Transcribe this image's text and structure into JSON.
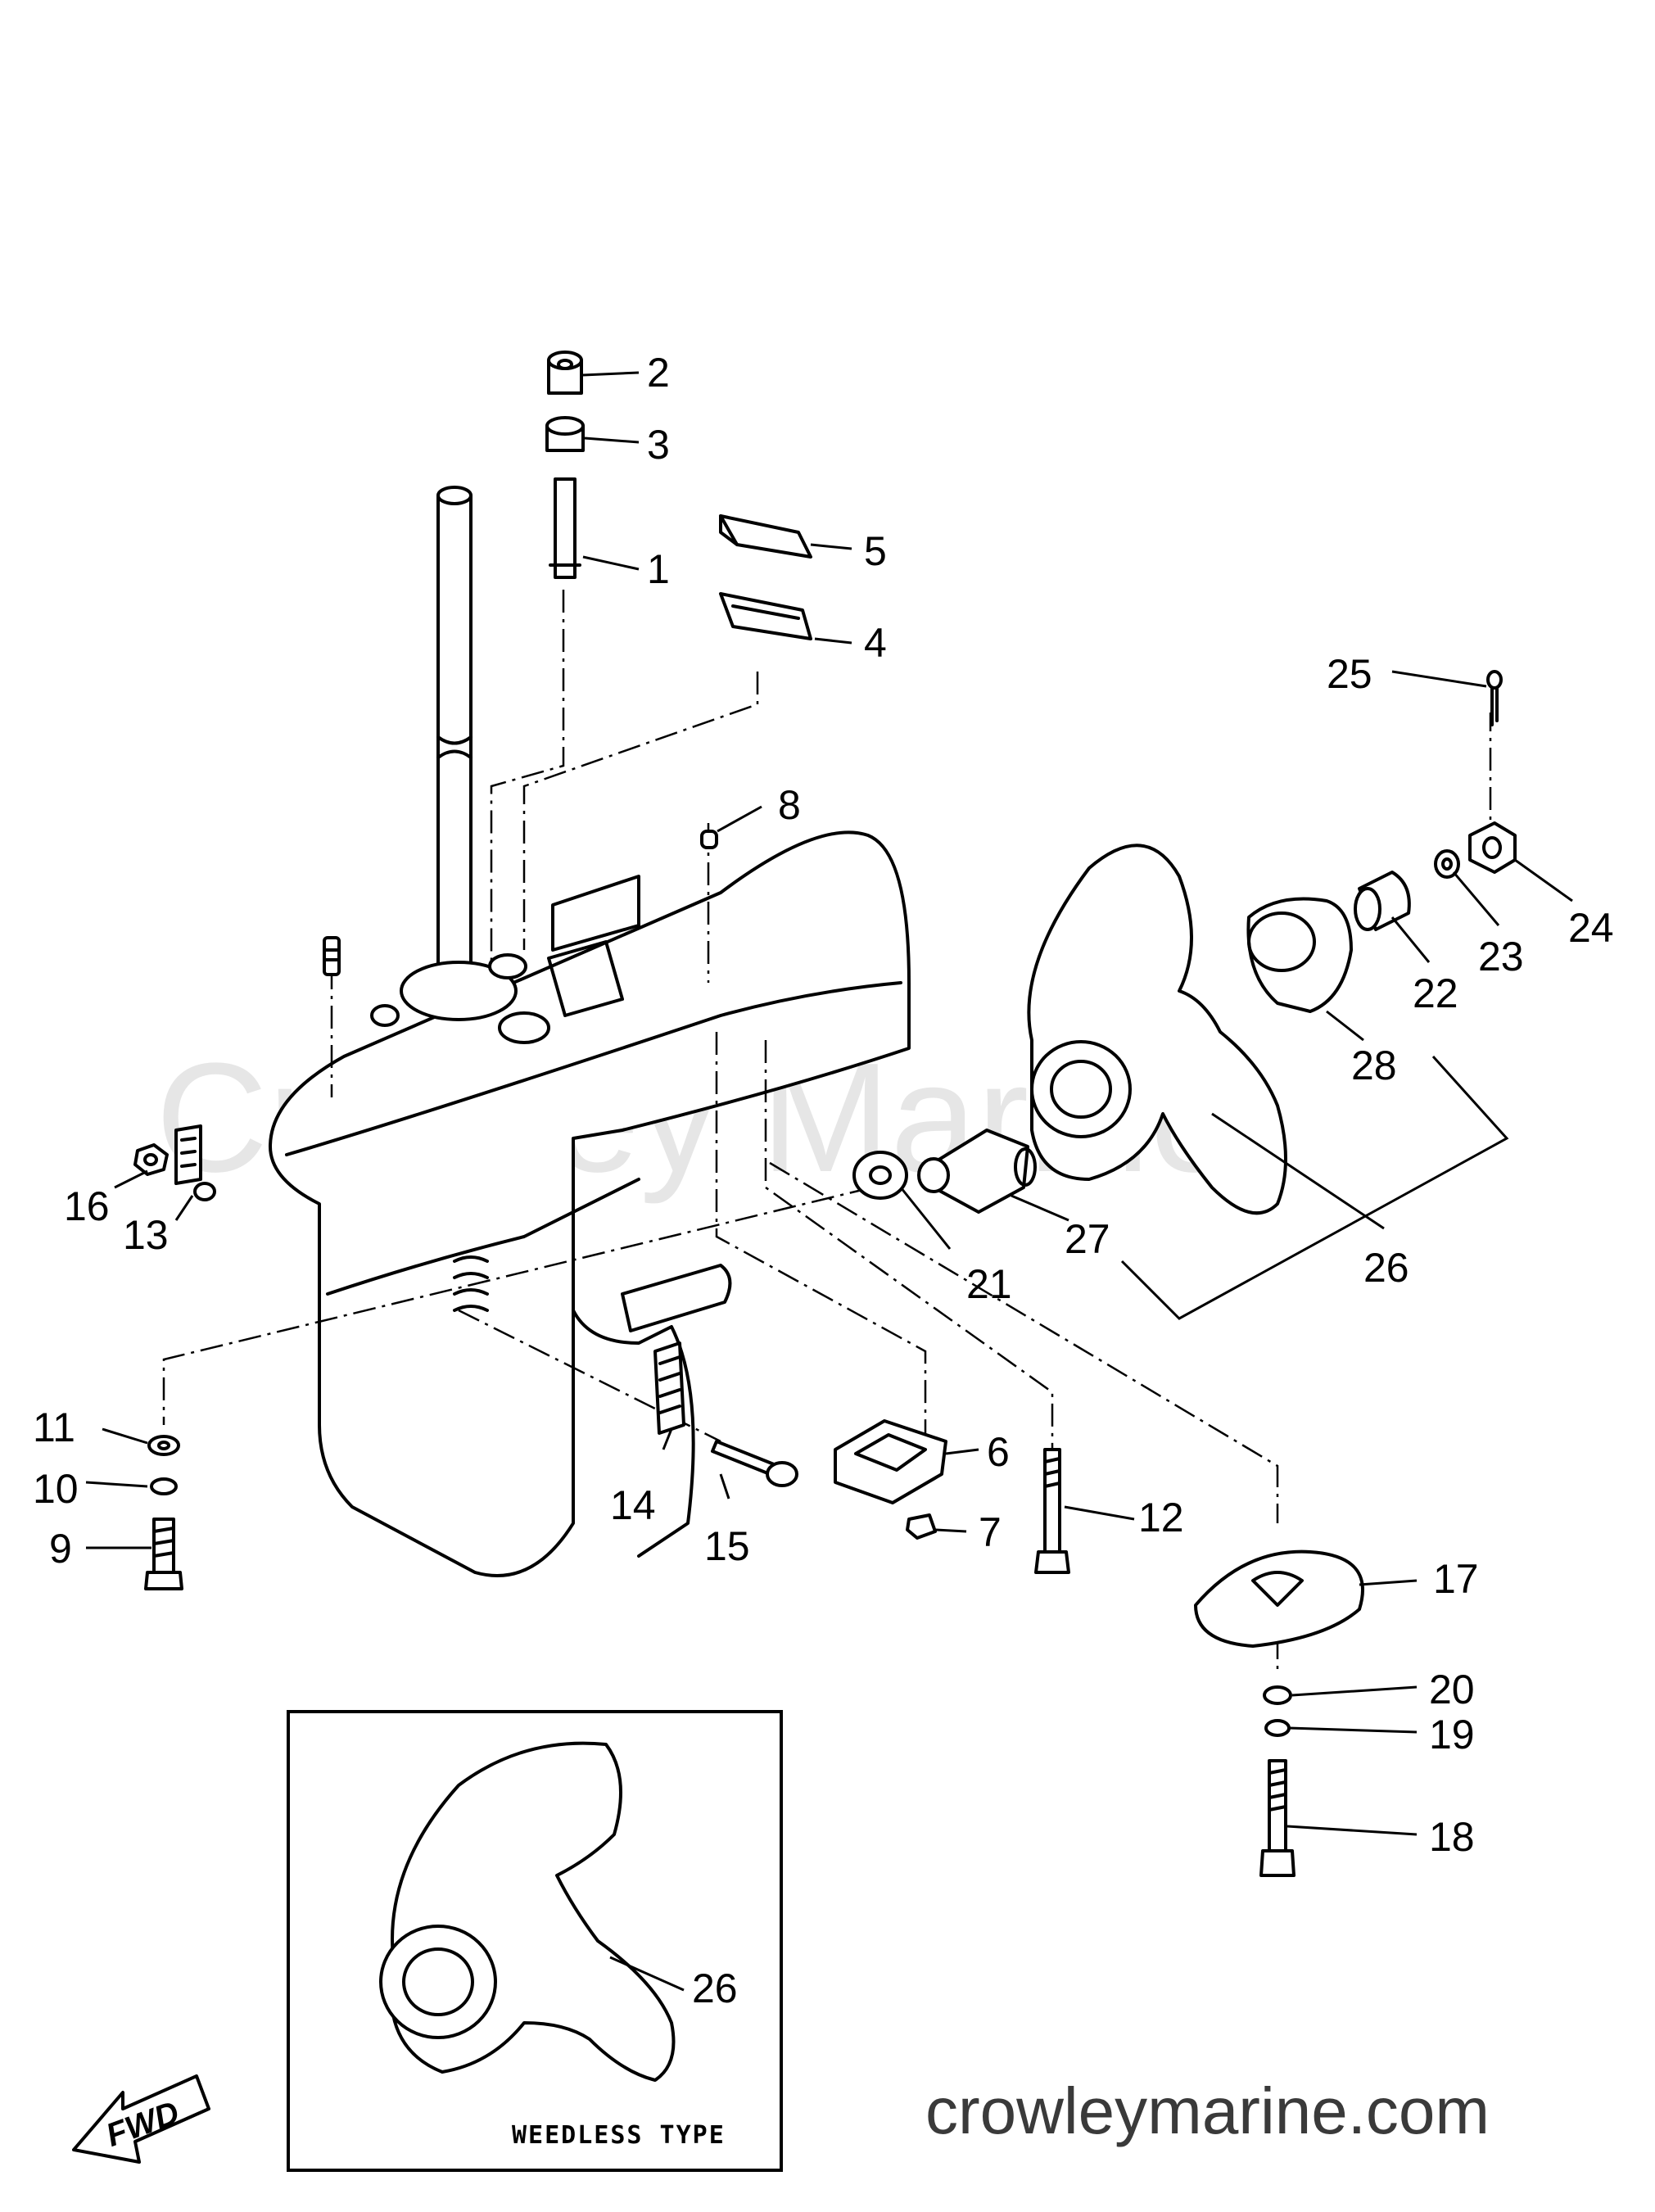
{
  "watermark": "Crowley Marine",
  "site": "crowleymarine.com",
  "inset_caption": "WEEDLESS TYPE",
  "fwd_label": "FWD",
  "callouts": {
    "c1": "1",
    "c2": "2",
    "c3": "3",
    "c4": "4",
    "c5": "5",
    "c6": "6",
    "c7": "7",
    "c8": "8",
    "c9": "9",
    "c10": "10",
    "c11": "11",
    "c12": "12",
    "c13": "13",
    "c14": "14",
    "c15": "15",
    "c16": "16",
    "c17": "17",
    "c18": "18",
    "c19": "19",
    "c20": "20",
    "c21": "21",
    "c22": "22",
    "c23": "23",
    "c24": "24",
    "c25": "25",
    "c26": "26",
    "c27": "27",
    "c28": "28",
    "c26_inset": "26"
  }
}
